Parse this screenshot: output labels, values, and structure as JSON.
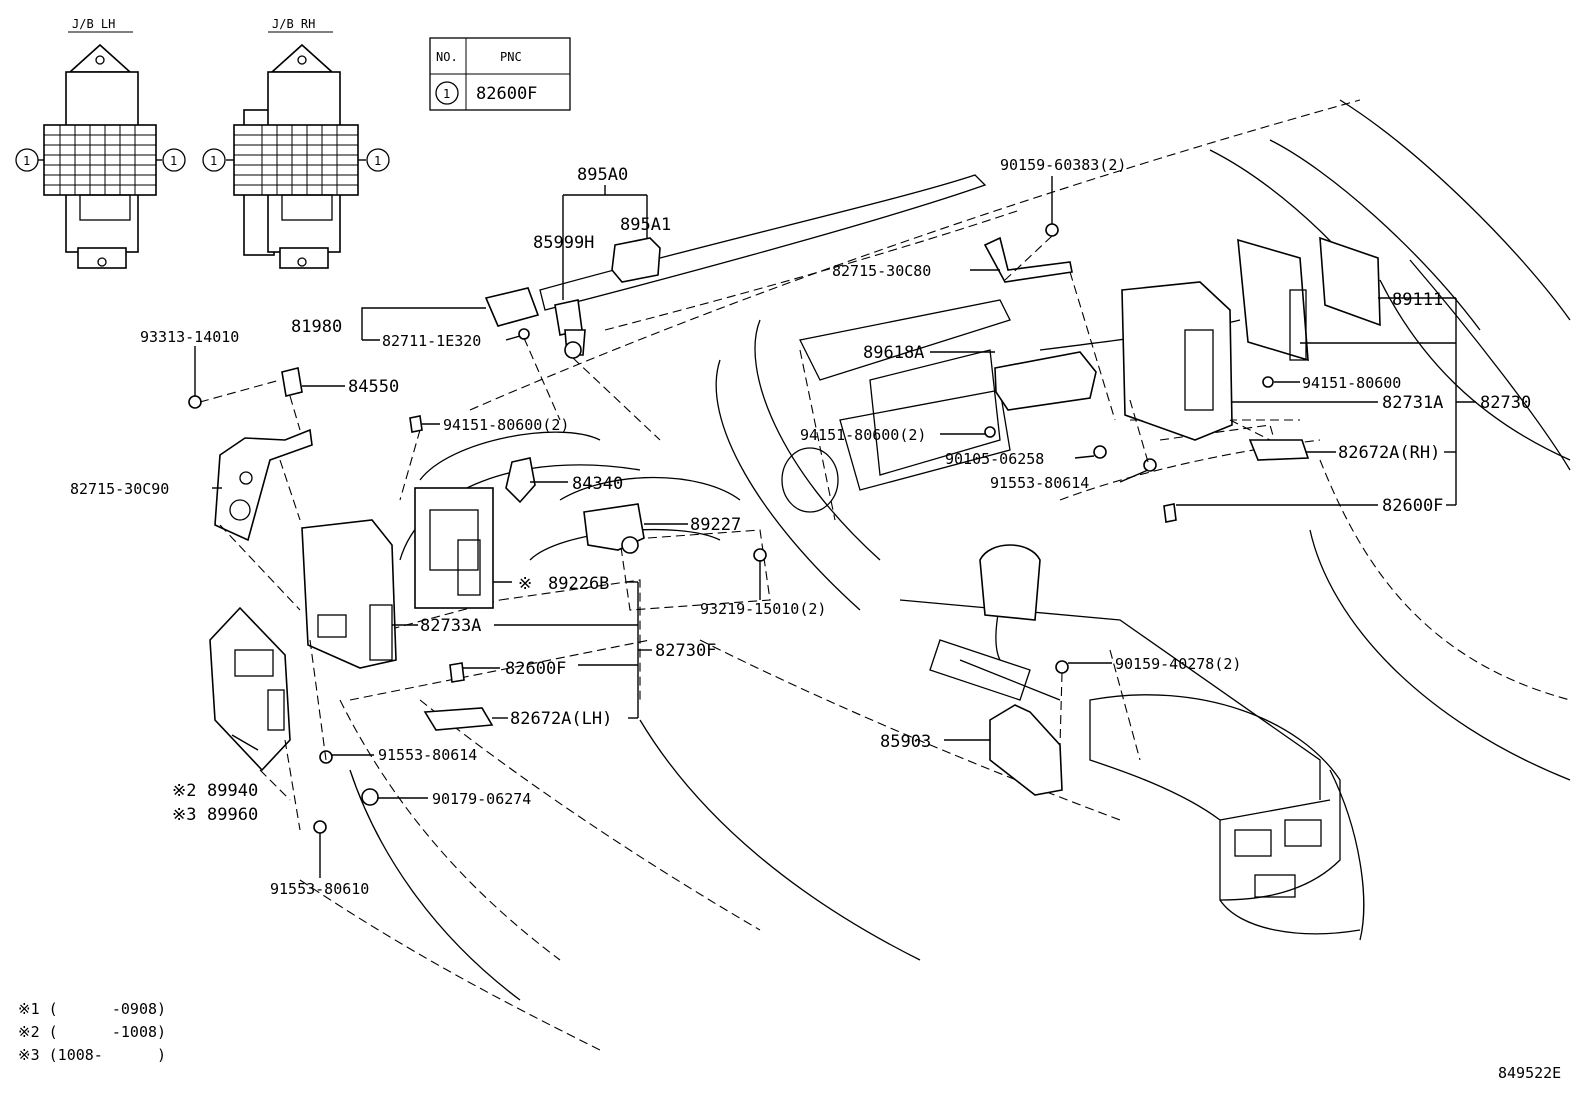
{
  "jb_lh": {
    "label": "J/B LH",
    "callout_left": "1",
    "callout_right": "1"
  },
  "jb_rh": {
    "label": "J/B RH",
    "callout_left": "1",
    "callout_right": "1"
  },
  "pnc_table": {
    "col_no": "NO.",
    "col_pnc": "PNC",
    "row_no": "1",
    "row_pnc": "82600F"
  },
  "parts": {
    "p895A0": "895A0",
    "p895A1": "895A1",
    "p85999H": "85999H",
    "p81980": "81980",
    "p82711": "82711-1E320",
    "p93313": "93313-14010",
    "p84550": "84550",
    "p94151a": "94151-80600(2)",
    "p82715_30C90": "82715-30C90",
    "p84340": "84340",
    "p89227": "89227",
    "p89226B": "89226B",
    "p89226B_mark": "※",
    "p82733A": "82733A",
    "p93219": "93219-15010(2)",
    "p82730F": "82730F",
    "p82600F_lh": "82600F",
    "p82672A_lh": "82672A(LH)",
    "p91553_80614_lh": "91553-80614",
    "p90179": "90179-06274",
    "p89940": "89940",
    "p89940_mark": "※2",
    "p89960": "89960",
    "p89960_mark": "※3",
    "p91553_80610": "91553-80610",
    "p90159_60383": "90159-60383(2)",
    "p82715_30C80": "82715-30C80",
    "p89618A": "89618A",
    "p94151b": "94151-80600(2)",
    "p90105": "90105-06258",
    "p91553_80614_rh": "91553-80614",
    "p89111": "89111",
    "p94151c": "94151-80600",
    "p82731A": "82731A",
    "p82730": "82730",
    "p82672A_rh": "82672A(RH)",
    "p82600F_rh": "82600F",
    "p90159_40278": "90159-40278(2)",
    "p85903": "85903"
  },
  "notes": {
    "n1": "※1 (      -0908)",
    "n2": "※2 (      -1008)",
    "n3": "※3 (1008-      )"
  },
  "figure_id": "849522E"
}
